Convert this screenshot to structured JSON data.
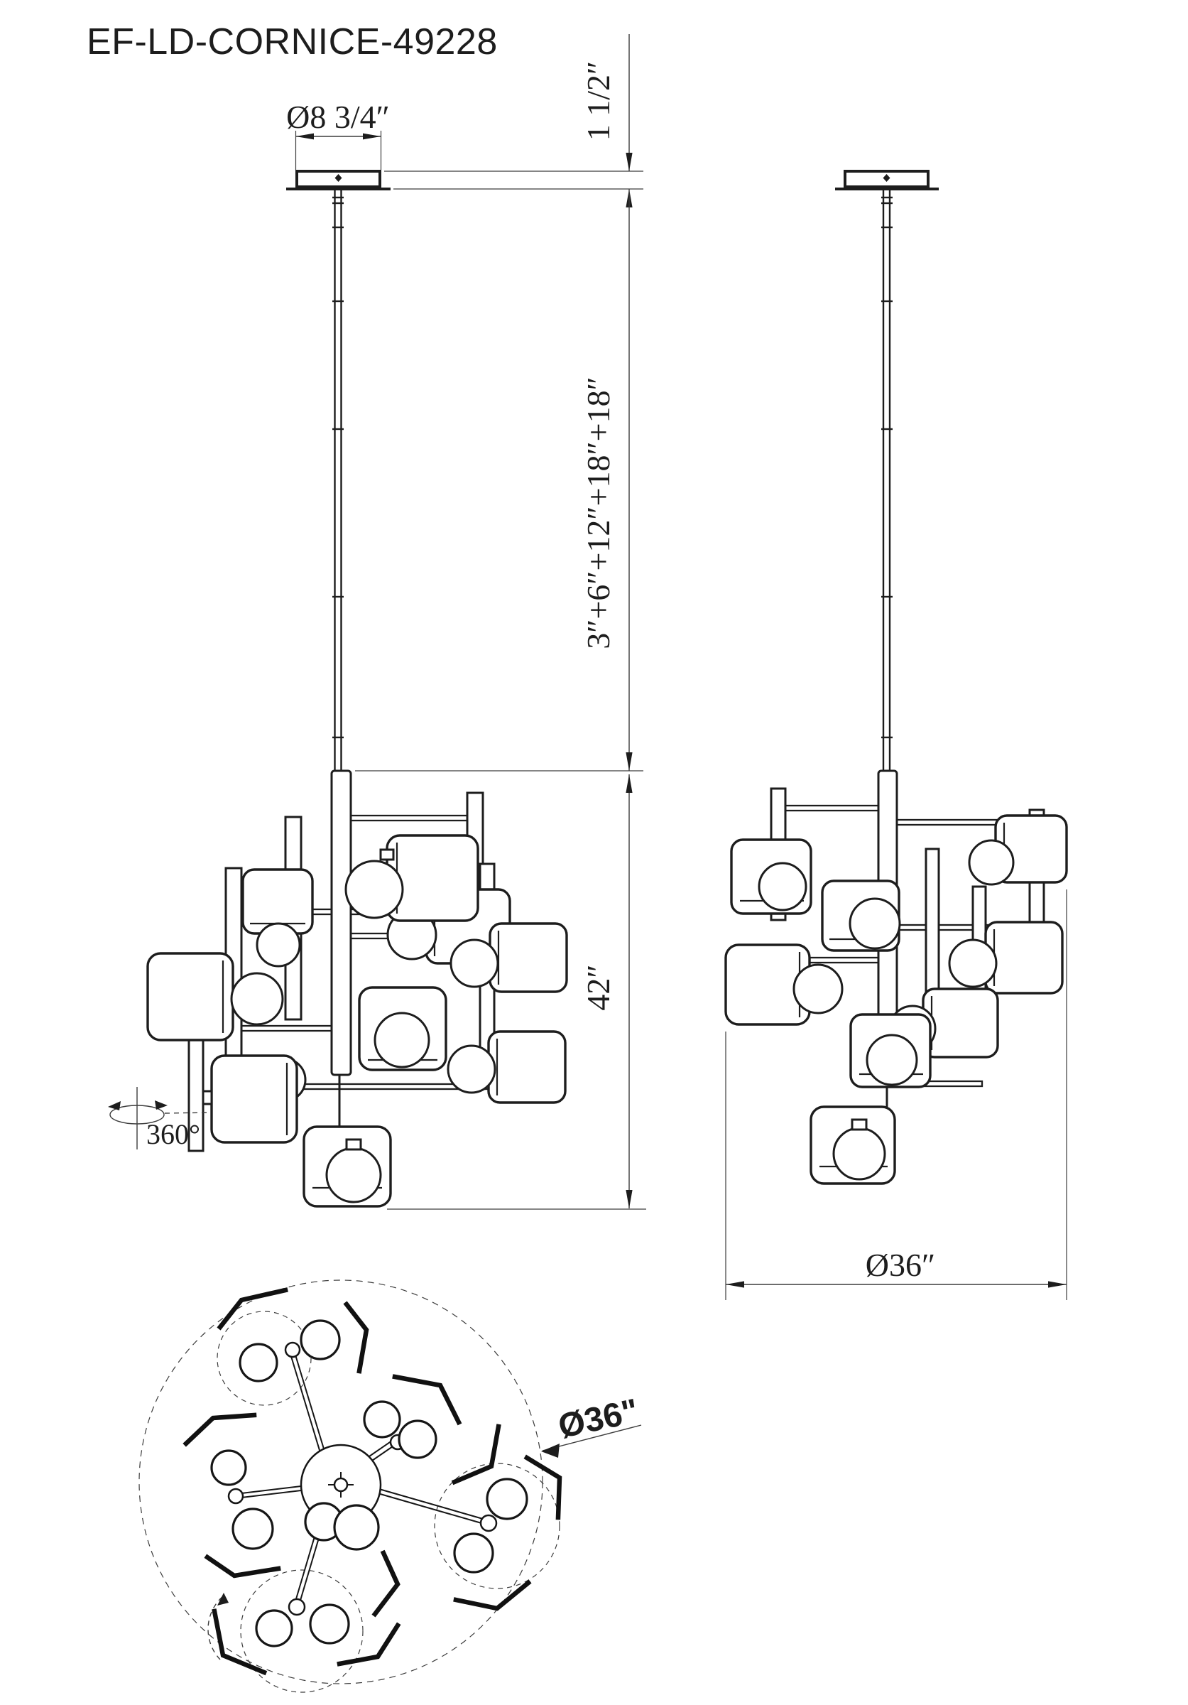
{
  "title": "EF-LD-CORNICE-49228",
  "colors": {
    "background": "#ffffff",
    "line": "#1d1d1d",
    "dimension_line": "#3c3c3c"
  },
  "front_view": {
    "dim_canopy_diameter": "Ø8 3/4″",
    "dim_canopy_height": "1 1/2″",
    "dim_downrods": "3″+6″+12″+18″+18″",
    "dim_body_height": "42″",
    "rotation_label": "360°"
  },
  "side_view": {
    "dim_diameter": "Ø36″"
  },
  "plan_view": {
    "dim_diameter": "Ø36\""
  }
}
